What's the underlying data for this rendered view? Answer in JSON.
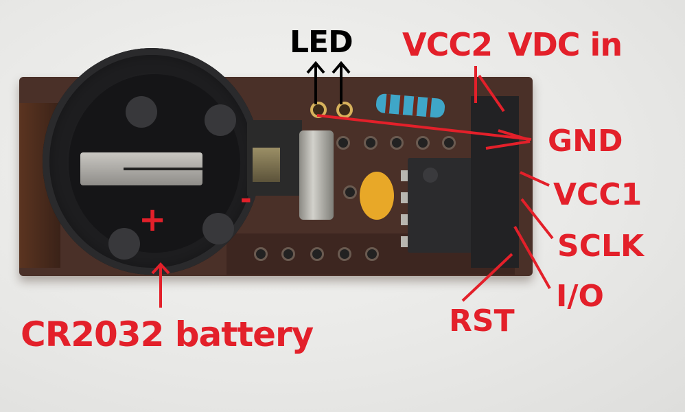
{
  "image": {
    "description": "Annotated photo of a DS1302 real-time-clock module on perfboard with CR2032 battery holder",
    "colors": {
      "label_red": "#e3202a",
      "label_black": "#000000",
      "pcb": "#4a3028",
      "background": "#eeeeec"
    }
  },
  "labels": {
    "led": "LED",
    "vcc2": "VCC2",
    "vdc_in": "VDC in",
    "gnd": "GND",
    "vcc1": "VCC1",
    "sclk": "SCLK",
    "io": "I/O",
    "rst": "RST",
    "battery": "CR2032 battery",
    "plus": "+",
    "minus": "-"
  }
}
